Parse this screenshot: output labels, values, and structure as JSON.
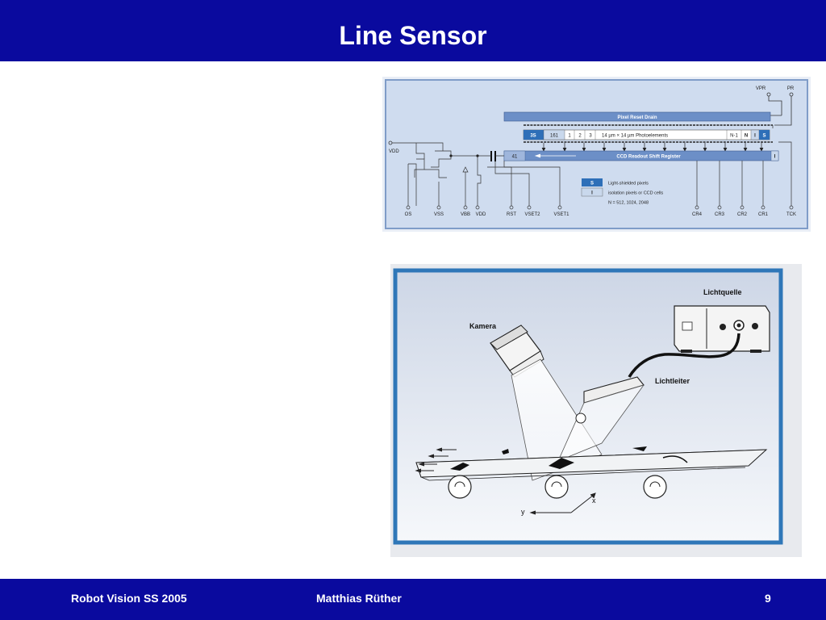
{
  "slide": {
    "title": "Line Sensor"
  },
  "footer": {
    "left": "Robot Vision SS 2005",
    "center": "Matthias Rüther",
    "page_number": "9"
  },
  "sensor_diagram": {
    "top_pins": {
      "vpr": "VPR",
      "pr": "PR"
    },
    "pixel_reset_drain": "Pixel Reset Drain",
    "photo_row": {
      "first": "3S",
      "second": "161",
      "c1": "1",
      "c2": "2",
      "c3": "3",
      "desc": "14 µm × 14 µm Photoelements",
      "n1": "N-1",
      "n": "N",
      "i": "I",
      "s": "S"
    },
    "shift_register": {
      "left": "41",
      "label": "CCD Readout Shift Register",
      "right": "I"
    },
    "vdd_left": "VDD",
    "legend": {
      "s_key": "S",
      "s_text": "Light-shielded pixels",
      "i_key": "I",
      "i_text": "isolation pixels or CCD cells",
      "n_text": "N = 512, 1024, 2048"
    },
    "bottom_pins": [
      "OS",
      "VSS",
      "VBB",
      "VDD",
      "RST",
      "VSET2",
      "VSET1",
      "CR4",
      "CR3",
      "CR2",
      "CR1",
      "TCK"
    ]
  },
  "scene_diagram": {
    "light_source": "Lichtquelle",
    "camera": "Kamera",
    "light_guide": "Lichtleiter",
    "axis_y": "y",
    "axis_x": "x"
  }
}
